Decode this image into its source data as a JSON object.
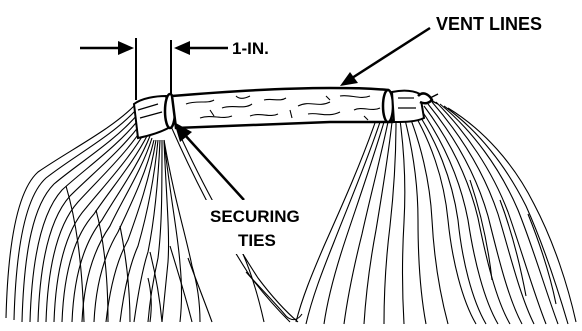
{
  "labels": {
    "vent_lines": "VENT LINES",
    "dimension": "1-IN.",
    "securing_ties_line1": "SECURING",
    "securing_ties_line2": "TIES"
  }
}
